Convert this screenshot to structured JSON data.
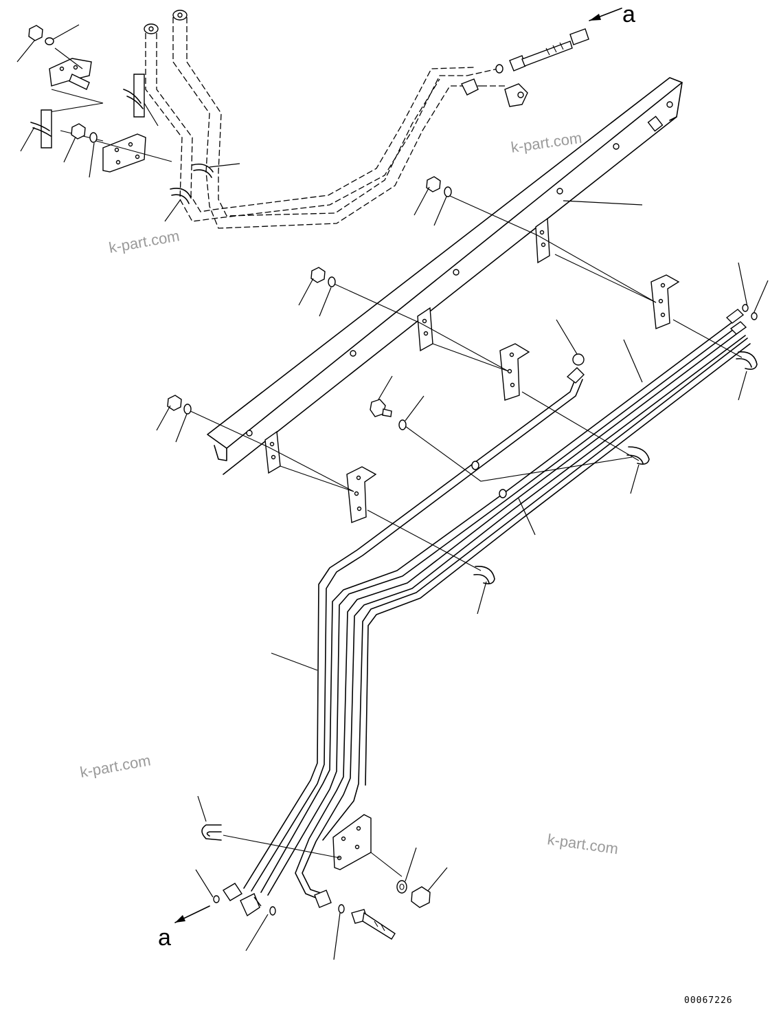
{
  "labels": {
    "connection_top": "a",
    "connection_bottom": "a"
  },
  "drawing_number": "00067226",
  "watermarks": [
    "k-part.com",
    "k-part.com",
    "k-part.com",
    "k-part.com"
  ]
}
